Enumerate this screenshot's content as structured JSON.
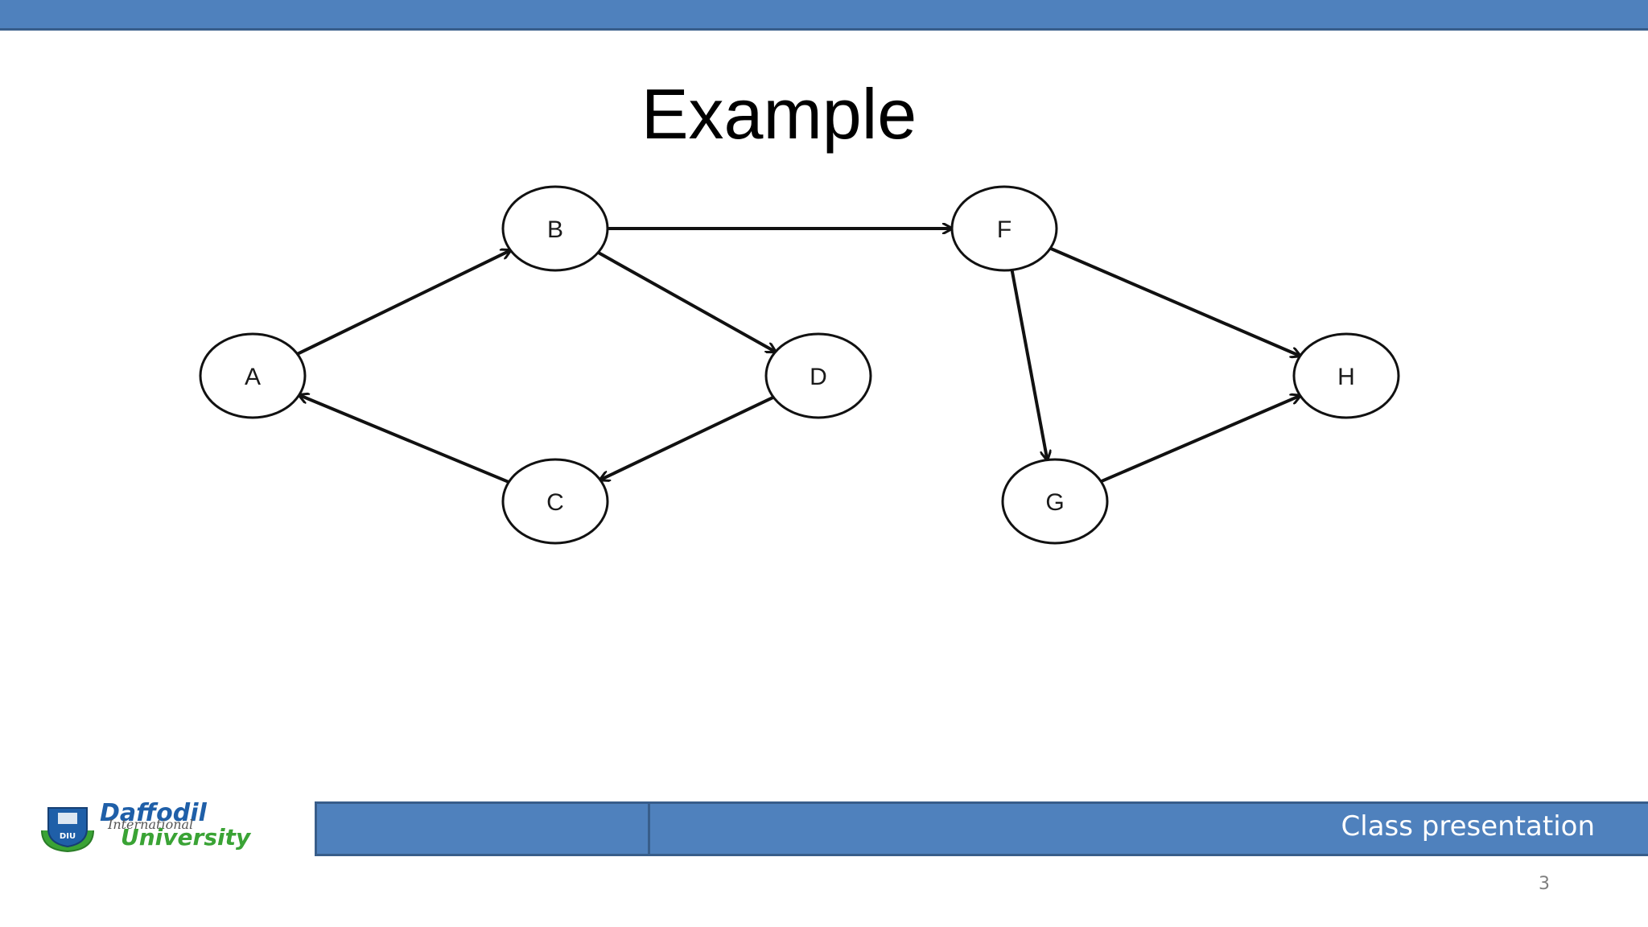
{
  "slide": {
    "title": "Example",
    "footer_text": "Class presentation",
    "page_number": "3"
  },
  "logo": {
    "line1": "Daffodil",
    "line2": "International",
    "line3": "University",
    "seal_text": "DIU"
  },
  "colors": {
    "bar_fill": "#4f81bd",
    "bar_border": "#385d8a"
  },
  "graph": {
    "nodes": [
      {
        "id": "A",
        "label": "A"
      },
      {
        "id": "B",
        "label": "B"
      },
      {
        "id": "C",
        "label": "C"
      },
      {
        "id": "D",
        "label": "D"
      },
      {
        "id": "F",
        "label": "F"
      },
      {
        "id": "G",
        "label": "G"
      },
      {
        "id": "H",
        "label": "H"
      }
    ],
    "edges": [
      {
        "from": "A",
        "to": "B"
      },
      {
        "from": "B",
        "to": "D"
      },
      {
        "from": "D",
        "to": "C"
      },
      {
        "from": "C",
        "to": "A"
      },
      {
        "from": "B",
        "to": "F"
      },
      {
        "from": "F",
        "to": "G"
      },
      {
        "from": "F",
        "to": "H"
      },
      {
        "from": "G",
        "to": "H"
      }
    ]
  }
}
